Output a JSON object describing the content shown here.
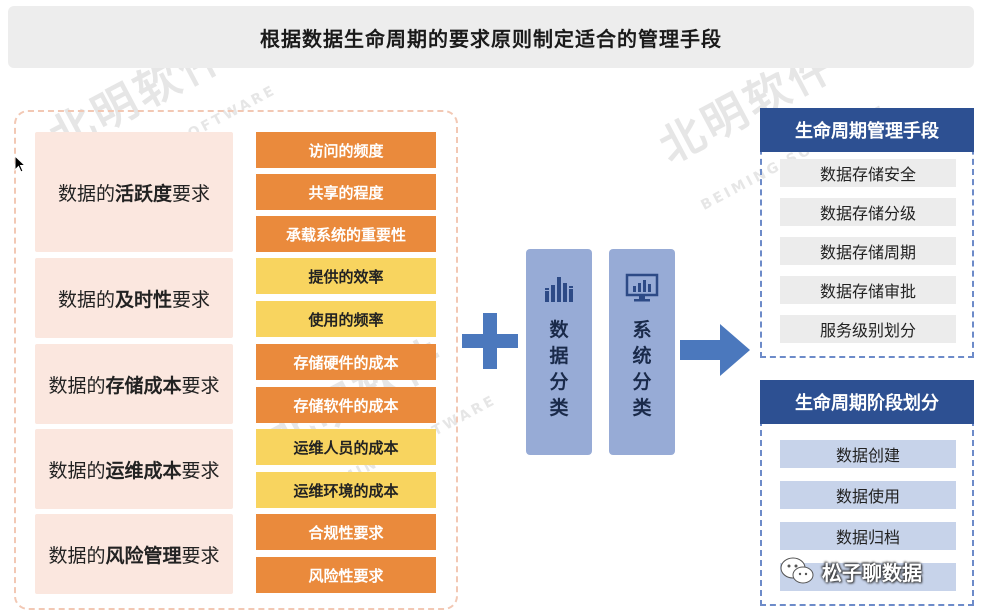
{
  "title": "根据数据生命周期的要求原则制定适合的管理手段",
  "watermark": {
    "cn": "北明软件",
    "en": "BEIMING SOFTWARE"
  },
  "requirements": [
    {
      "prefix": "数据的",
      "bold": "活跃度",
      "suffix": "要求"
    },
    {
      "prefix": "数据的",
      "bold": "及时性",
      "suffix": "要求"
    },
    {
      "prefix": "数据的",
      "bold": "存储成本",
      "suffix": "要求"
    },
    {
      "prefix": "数据的",
      "bold": "运维成本",
      "suffix": "要求"
    },
    {
      "prefix": "数据的",
      "bold": "风险管理",
      "suffix": "要求"
    }
  ],
  "items": [
    {
      "label": "访问的频度",
      "color": "orange"
    },
    {
      "label": "共享的程度",
      "color": "orange"
    },
    {
      "label": "承载系统的重要性",
      "color": "orange"
    },
    {
      "label": "提供的效率",
      "color": "yellow"
    },
    {
      "label": "使用的频率",
      "color": "yellow"
    },
    {
      "label": "存储硬件的成本",
      "color": "orange"
    },
    {
      "label": "存储软件的成本",
      "color": "orange"
    },
    {
      "label": "运维人员的成本",
      "color": "yellow"
    },
    {
      "label": "运维环境的成本",
      "color": "yellow"
    },
    {
      "label": "合规性要求",
      "color": "orange"
    },
    {
      "label": "风险性要求",
      "color": "orange"
    }
  ],
  "classification": {
    "data": {
      "label": "数据分类",
      "icon": "bar-chart-icon"
    },
    "system": {
      "label": "系统分类",
      "icon": "monitor-chart-icon"
    }
  },
  "management": {
    "title": "生命周期管理手段",
    "items": [
      "数据存储安全",
      "数据存储分级",
      "数据存储周期",
      "数据存储审批",
      "服务级别划分"
    ]
  },
  "stages": {
    "title": "生命周期阶段划分",
    "items": [
      "数据创建",
      "数据使用",
      "数据归档"
    ]
  },
  "wechat": {
    "name": "松子聊数据",
    "icon": "wechat-icon"
  },
  "colors": {
    "orange": "#ea8a3c",
    "yellow": "#f8d45f",
    "navy": "#2d5092",
    "blue": "#4b78bd",
    "lightblue": "#97abd6",
    "pink": "#fbe7df"
  }
}
